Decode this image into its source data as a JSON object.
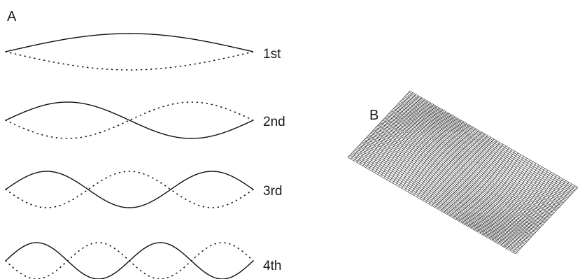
{
  "panel_a": {
    "letter": "A",
    "modes": [
      {
        "label": "1st",
        "harmonic": 1
      },
      {
        "label": "2nd",
        "harmonic": 2
      },
      {
        "label": "3rd",
        "harmonic": 3
      },
      {
        "label": "4th",
        "harmonic": 4
      }
    ]
  },
  "panel_b": {
    "letter": "B"
  },
  "colors": {
    "ink": "#111111",
    "background": "#ffffff"
  }
}
